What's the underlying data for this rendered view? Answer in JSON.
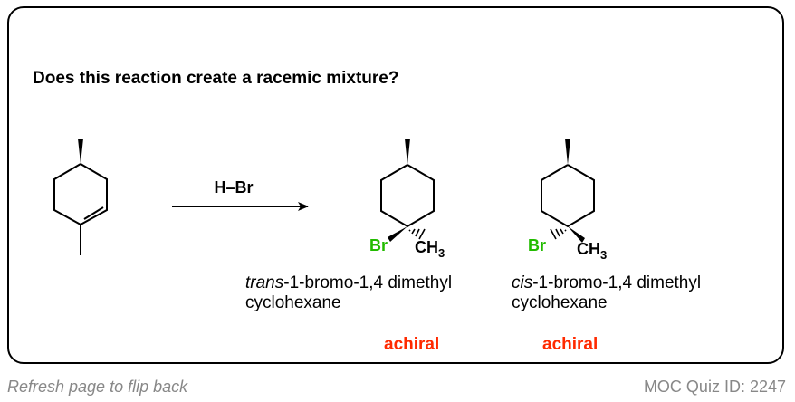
{
  "question": "Does this reaction create a racemic mixture?",
  "reagent": "H–Br",
  "products": [
    {
      "prefix": "trans",
      "name_rest": "-1-bromo-1,4 dimethyl",
      "name_line2": "cyclohexane",
      "label_br": "Br",
      "label_ch": "CH",
      "label_sub": "3",
      "verdict": "achiral"
    },
    {
      "prefix": "cis",
      "name_rest": "-1-bromo-1,4 dimethyl",
      "name_line2": "cyclohexane",
      "label_br": "Br",
      "label_ch": "CH",
      "label_sub": "3",
      "verdict": "achiral"
    }
  ],
  "footer": {
    "left": "Refresh page to flip back",
    "right": "MOC Quiz ID: 2247"
  },
  "colors": {
    "bromine": "#22bb00",
    "verdict": "#ff2a00",
    "footer_text": "#888888"
  }
}
